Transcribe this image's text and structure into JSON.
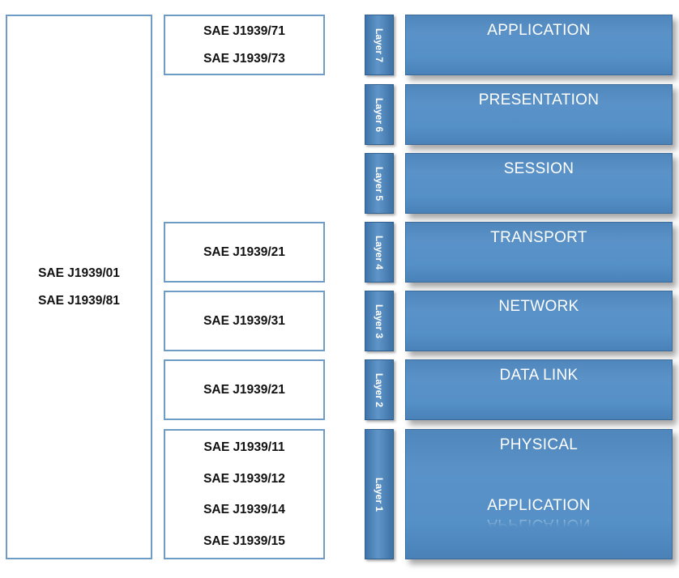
{
  "left_column": {
    "standards": [
      "SAE J1939/01",
      "SAE J1939/81"
    ]
  },
  "mid_column": {
    "layer7": [
      "SAE J1939/71",
      "SAE J1939/73"
    ],
    "layer4": "SAE J1939/21",
    "layer3": "SAE J1939/31",
    "layer2": "SAE J1939/21",
    "layer1": [
      "SAE J1939/11",
      "SAE J1939/12",
      "SAE J1939/14",
      "SAE J1939/15"
    ]
  },
  "layers": [
    {
      "tab": "Layer 7",
      "name": "APPLICATION"
    },
    {
      "tab": "Layer 6",
      "name": "PRESENTATION"
    },
    {
      "tab": "Layer 5",
      "name": "SESSION"
    },
    {
      "tab": "Layer 4",
      "name": "TRANSPORT"
    },
    {
      "tab": "Layer 3",
      "name": "NETWORK"
    },
    {
      "tab": "Layer 2",
      "name": "DATA LINK"
    },
    {
      "tab": "Layer 1",
      "name": "PHYSICAL",
      "extra": "APPLICATION"
    }
  ],
  "colors": {
    "outline": "#6f9cc4",
    "layer_fill": "#5590c6",
    "tab_fill": "#4a80b6",
    "label_text": "#ffffff"
  }
}
